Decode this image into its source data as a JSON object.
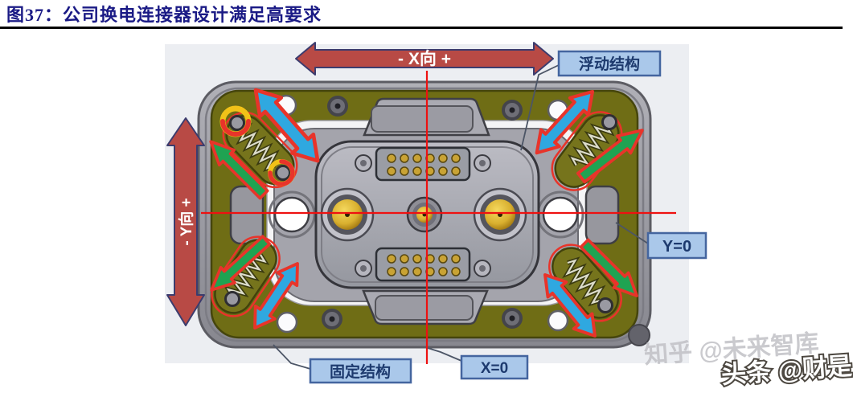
{
  "page": {
    "title": "图37：公司换电连接器设计满足高要求"
  },
  "diagram": {
    "x_axis_arrow": "- X向 +",
    "y_axis_arrow": "- Y向 +",
    "labels": {
      "floating_structure": "浮动结构",
      "fixed_structure": "固定结构",
      "y_zero": "Y=0",
      "x_zero": "X=0"
    },
    "colors": {
      "title_text": "#1a1a85",
      "axis_arrow_red": "#b84a45",
      "crosshair_red": "#ee1111",
      "float_arrow_blue": "#2fa8e0",
      "spring_arrow_green": "#1fa352",
      "highlight_yellow": "#f2c218",
      "highlight_red": "#e8342a",
      "callout_fill": "#aac8ea",
      "callout_border": "#44659f",
      "connector_olive": "#6f6d15",
      "connector_gray": "#9a9aa2",
      "terminal_gold": "#d9b02f"
    }
  },
  "watermarks": {
    "first": "知乎 @未来智库",
    "second": "头条 @财是"
  }
}
